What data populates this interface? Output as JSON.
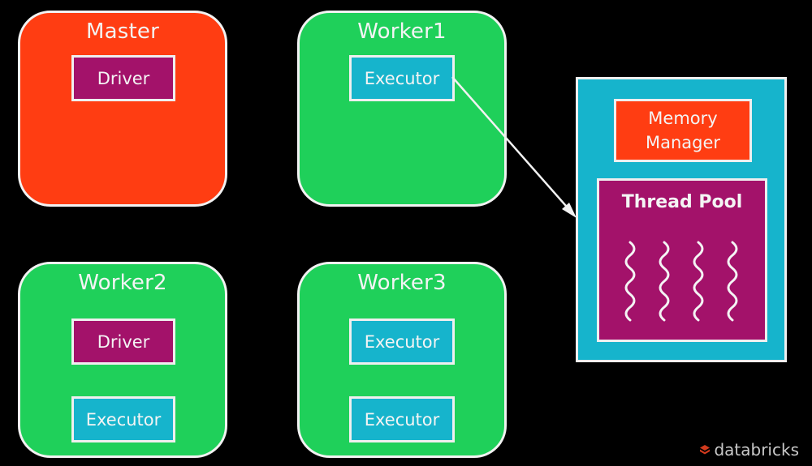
{
  "nodes": {
    "master": {
      "title": "Master",
      "driver": "Driver"
    },
    "worker1": {
      "title": "Worker1",
      "executor": "Executor"
    },
    "worker2": {
      "title": "Worker2",
      "driver": "Driver",
      "executor": "Executor"
    },
    "worker3": {
      "title": "Worker3",
      "executor_top": "Executor",
      "executor_bottom": "Executor"
    }
  },
  "executor_detail": {
    "memory_line1": "Memory",
    "memory_line2": "Manager",
    "thread_pool": "Thread Pool",
    "thread_count": 4
  },
  "brand": {
    "name": "databricks"
  },
  "colors": {
    "master": "#ff3d12",
    "worker": "#1fd05a",
    "driver": "#a3126a",
    "executor": "#16b4cc",
    "background": "#000000"
  },
  "icons": {
    "threads": "squiggle-icon",
    "brand": "databricks-logo-icon"
  }
}
